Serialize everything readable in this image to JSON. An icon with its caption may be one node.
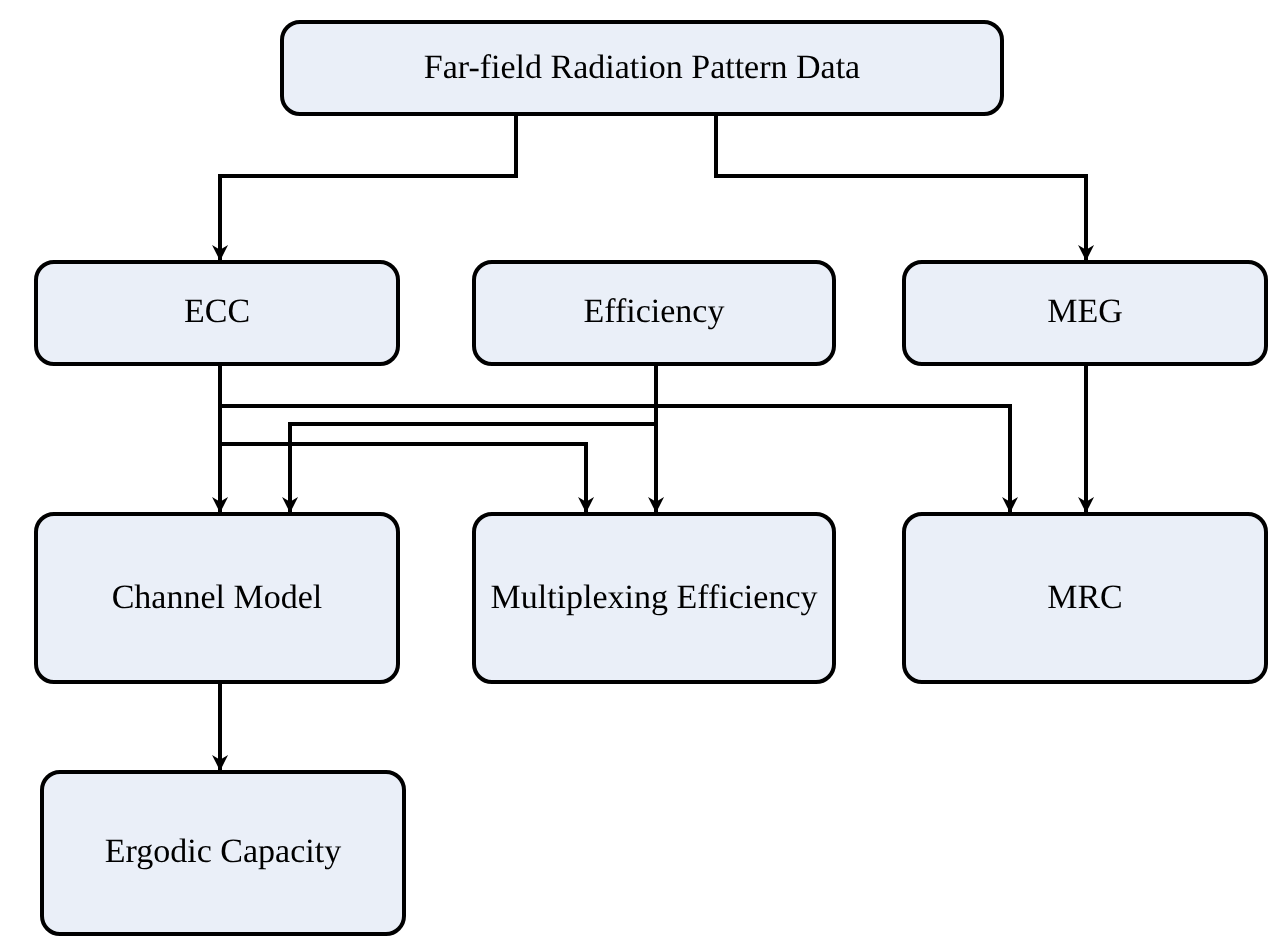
{
  "diagram": {
    "nodes": [
      {
        "text": [
          "Far-field Radiation Pattern Data"
        ]
      },
      {
        "text": [
          "ECC"
        ]
      },
      {
        "text": [
          "Efficiency"
        ]
      },
      {
        "text": [
          "MEG"
        ]
      },
      {
        "text": [
          "Channel Model"
        ]
      },
      {
        "text": [
          "Multiplexing Efficiency"
        ]
      },
      {
        "text": [
          "MRC"
        ]
      },
      {
        "text": [
          "Ergodic Capacity"
        ]
      }
    ],
    "edges": [
      {
        "from": 0,
        "to": 1,
        "arrow": "to"
      },
      {
        "from": 0,
        "to": 3,
        "arrow": "to"
      },
      {
        "from": 1,
        "to": 4,
        "arrow": "to"
      },
      {
        "from": 1,
        "to": 5,
        "arrow": "to"
      },
      {
        "from": 1,
        "to": 6,
        "arrow": "to"
      },
      {
        "from": 2,
        "to": 4,
        "arrow": "to"
      },
      {
        "from": 2,
        "to": 5,
        "arrow": "to"
      },
      {
        "from": 3,
        "to": 6,
        "arrow": "to"
      },
      {
        "from": 4,
        "to": 7,
        "arrow": "to"
      }
    ]
  }
}
